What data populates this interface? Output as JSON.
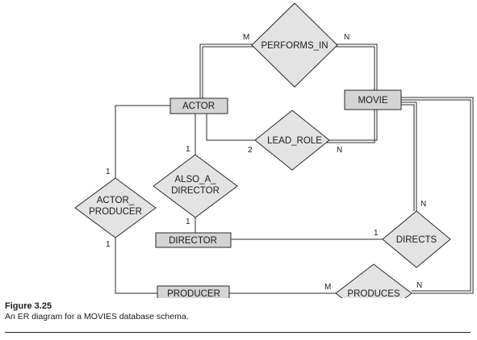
{
  "entities": {
    "actor": "ACTOR",
    "movie": "MOVIE",
    "director": "DIRECTOR",
    "producer": "PRODUCER"
  },
  "relationships": {
    "performs_in": "PERFORMS_IN",
    "lead_role": "LEAD_ROLE",
    "also_a_director": [
      "ALSO_A_",
      "DIRECTOR"
    ],
    "actor_producer": [
      "ACTOR_",
      "PRODUCER"
    ],
    "directs": "DIRECTS",
    "produces": "PRODUCES"
  },
  "cardinalities": {
    "performs_in_actor": "M",
    "performs_in_movie": "N",
    "lead_role_actor": "2",
    "lead_role_movie": "N",
    "also_a_director_actor": "1",
    "also_a_director_director": "1",
    "actor_producer_actor": "1",
    "actor_producer_producer": "1",
    "directs_movie": "N",
    "directs_director": "1",
    "produces_producer": "M",
    "produces_movie": "N"
  },
  "caption": {
    "title": "Figure 3.25",
    "text": "An ER diagram for a MOVIES database schema."
  },
  "colors": {
    "entity_fill": "#d4d4d4",
    "relationship_fill": "#e3e3e3",
    "line": "#2a2a2a"
  }
}
